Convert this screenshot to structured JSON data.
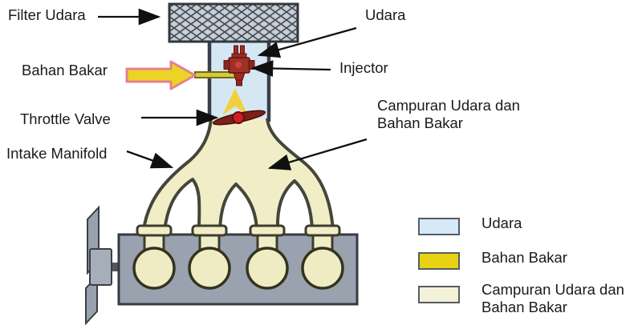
{
  "annotations": {
    "filter_udara": "Filter Udara",
    "bahan_bakar": "Bahan Bakar",
    "throttle_valve": "Throttle Valve",
    "intake_manifold": "Intake Manifold",
    "udara": "Udara",
    "injector": "Injector",
    "campuran_line1": "Campuran Udara dan",
    "campuran_line2": "Bahan Bakar"
  },
  "legend": {
    "items": [
      {
        "label": "Udara",
        "color": "#d7e8f7"
      },
      {
        "label": "Bahan Bakar",
        "color": "#e8d214"
      },
      {
        "label_line1": "Campuran Udara dan",
        "label_line2": "Bahan Bakar",
        "color": "#f3f1d8"
      }
    ]
  },
  "colors": {
    "air": "#d6e7f4",
    "fuel": "#ecd426",
    "mixture": "#f1eec7",
    "engine_gray": "#99a2ae",
    "fan_gray": "#98a1ad",
    "filter_gray": "#c7cfd9",
    "outline_dark": "#45463a",
    "injector_red": "#9c2b24",
    "valve_red": "#d11d1d",
    "fuel_arrow_border": "#e5808f"
  }
}
